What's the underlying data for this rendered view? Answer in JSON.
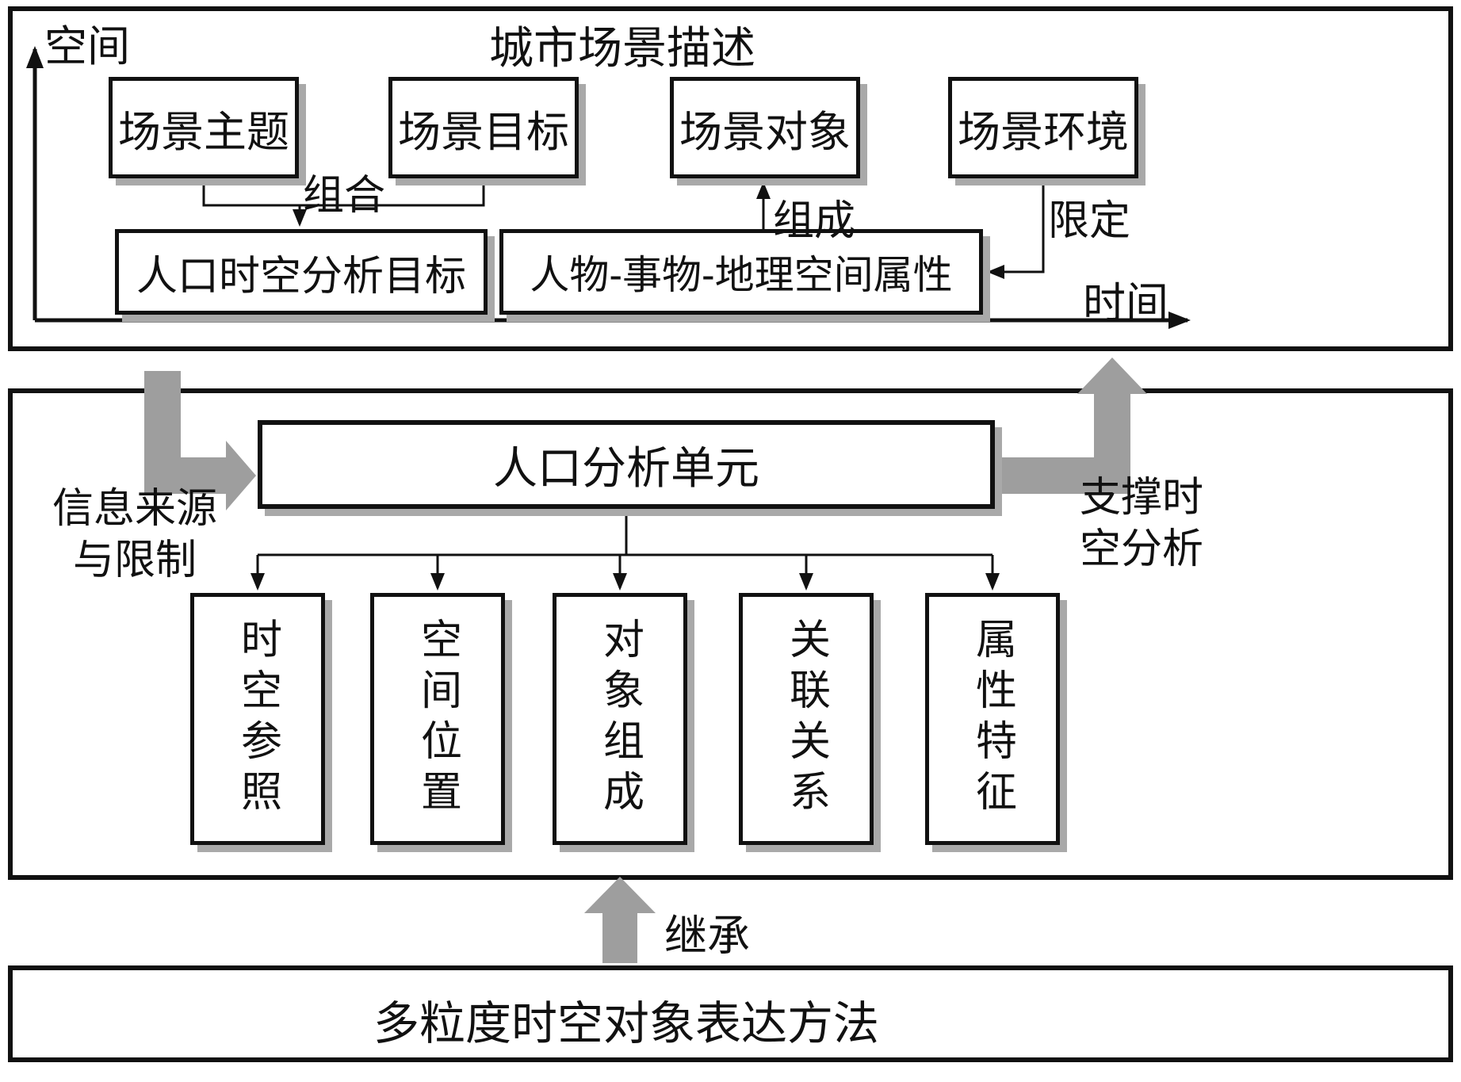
{
  "diagram": {
    "top_panel": {
      "title": "城市场景描述",
      "space_axis_label": "空间",
      "time_axis_label": "时间",
      "scene_theme": "场景主题",
      "scene_goal": "场景目标",
      "scene_object": "场景对象",
      "scene_environment": "场景环境",
      "analysis_goal": "人口时空分析目标",
      "spatial_attributes": "人物-事物-地理空间属性",
      "combine_label": "组合",
      "compose_label": "组成",
      "restrict_label": "限定"
    },
    "middle_panel": {
      "unit_title": "人口分析单元",
      "info_source_label_line1": "信息来源",
      "info_source_label_line2": "与限制",
      "support_label_line1": "支撑时",
      "support_label_line2": "空分析",
      "components": [
        {
          "label": "时空参照"
        },
        {
          "label": "空间位置"
        },
        {
          "label": "对象组成"
        },
        {
          "label": "关联关系"
        },
        {
          "label": "属性特征"
        }
      ]
    },
    "bottom_panel": {
      "inherit_label": "继承",
      "method_title": "多粒度时空对象表达方法"
    },
    "colors": {
      "line": "#111111",
      "arrow_gray": "#9e9e9e",
      "shadow_gray": "#a9a9a9",
      "background": "#ffffff"
    }
  }
}
